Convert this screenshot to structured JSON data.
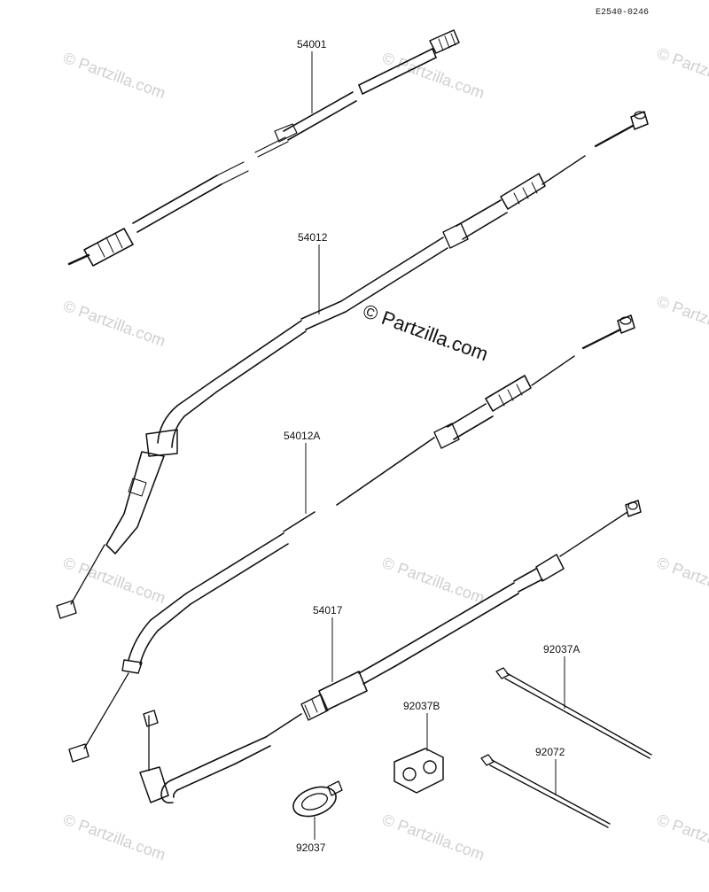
{
  "diagram_code": "E2540-0246",
  "watermark": {
    "center_text": "© Partzilla.com",
    "repeat_text": "© Partzilla.com"
  },
  "parts": [
    {
      "id": "p1",
      "label": "54001"
    },
    {
      "id": "p2",
      "label": "54012"
    },
    {
      "id": "p3",
      "label": "54012A"
    },
    {
      "id": "p4",
      "label": "54017"
    },
    {
      "id": "p5",
      "label": "92037A"
    },
    {
      "id": "p6",
      "label": "92037B"
    },
    {
      "id": "p7",
      "label": "92072"
    },
    {
      "id": "p8",
      "label": "92037"
    }
  ]
}
